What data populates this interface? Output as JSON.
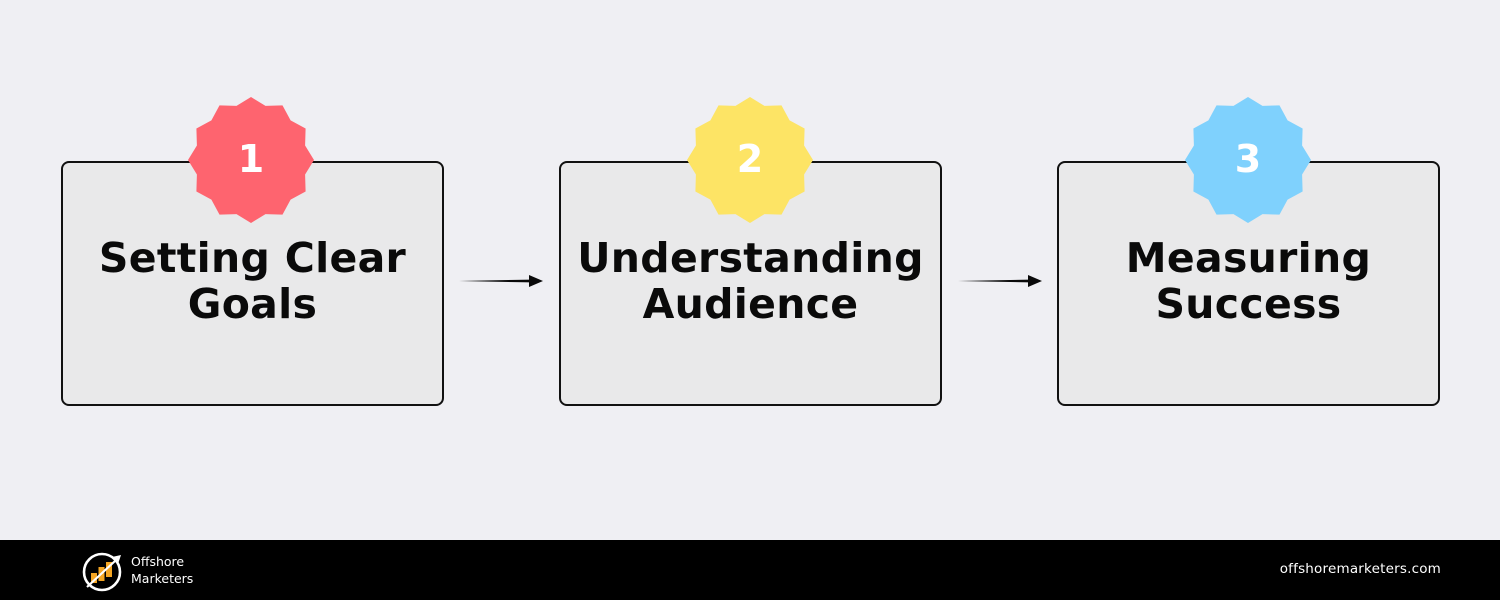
{
  "diagram": {
    "type": "process-flow",
    "steps": [
      {
        "number": "1",
        "title_line1": "Setting Clear",
        "title_line2": "Goals",
        "badge_color": "#fe646f"
      },
      {
        "number": "2",
        "title_line1": "Understanding",
        "title_line2": "Audience",
        "badge_color": "#fde465"
      },
      {
        "number": "3",
        "title_line1": "Measuring",
        "title_line2": "Success",
        "badge_color": "#7fd1fd"
      }
    ],
    "connectors": [
      {
        "from": "1",
        "to": "2",
        "icon": "arrow-right-icon"
      },
      {
        "from": "2",
        "to": "3",
        "icon": "arrow-right-icon"
      }
    ],
    "colors": {
      "background": "#efeff3",
      "box_fill": "#e9e9ea",
      "box_border": "#111111",
      "text": "#0a0a0a"
    }
  },
  "footer": {
    "brand_line1": "Offshore",
    "brand_line2": "Marketers",
    "website": "offshoremarketers.com",
    "logo_icon": "growth-chart-logo-icon",
    "logo_accent": "#f5a623",
    "background": "#000000"
  }
}
